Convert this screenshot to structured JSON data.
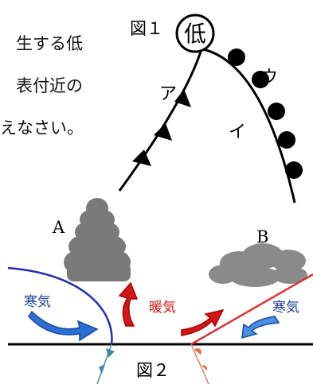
{
  "question": {
    "line1": "生する低",
    "line2": "表付近の",
    "line3": "えなさい。"
  },
  "figure1": {
    "caption": "図１",
    "low_symbol": "低",
    "labels": {
      "a": "ア",
      "i": "イ",
      "u": "ウ"
    }
  },
  "figure2": {
    "caption": "図２",
    "cloud_a_label": "A",
    "cloud_b_label": "B",
    "cold_air_left": "寒気",
    "warm_air": "暖気",
    "cold_air_right": "寒気"
  },
  "colors": {
    "cold_front_line": "#1f2fb0",
    "warm_front_line": "#e03030",
    "cold_arrow": "#2a6fd1",
    "warm_arrow": "#d01818",
    "cloud_gray": "#7a7a7a",
    "warm_text": "#d01818",
    "cold_text": "#1f3fa0"
  }
}
